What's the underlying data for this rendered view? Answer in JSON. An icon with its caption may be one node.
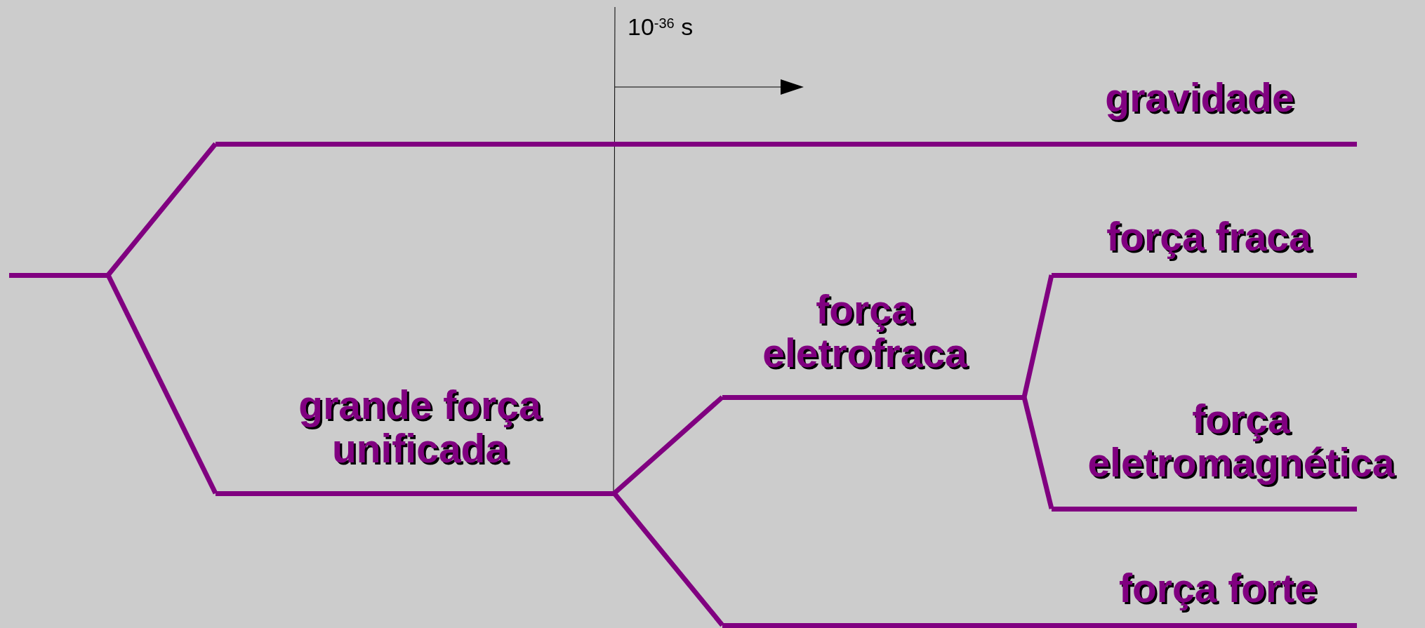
{
  "diagram": {
    "nodes": [
      {
        "text": [],
        "shape": "bar"
      },
      {
        "text": [
          "gravidade"
        ]
      },
      {
        "text": [
          "grande força unificada"
        ]
      },
      {
        "text": [
          "força eletrofraca"
        ]
      },
      {
        "text": [
          "força forte"
        ]
      },
      {
        "text": [
          "força fraca"
        ]
      },
      {
        "text": [
          "força eletromagnética"
        ]
      }
    ],
    "edges": [
      {
        "from": 0,
        "to": 1,
        "arrow": "none"
      },
      {
        "from": 0,
        "to": 2,
        "arrow": "none"
      },
      {
        "from": 2,
        "to": 3,
        "arrow": "none"
      },
      {
        "from": 2,
        "to": 4,
        "arrow": "none"
      },
      {
        "from": 3,
        "to": 5,
        "arrow": "none"
      },
      {
        "from": 3,
        "to": 6,
        "arrow": "none"
      }
    ],
    "labels": [
      "10$^{-36}$ s"
    ]
  }
}
